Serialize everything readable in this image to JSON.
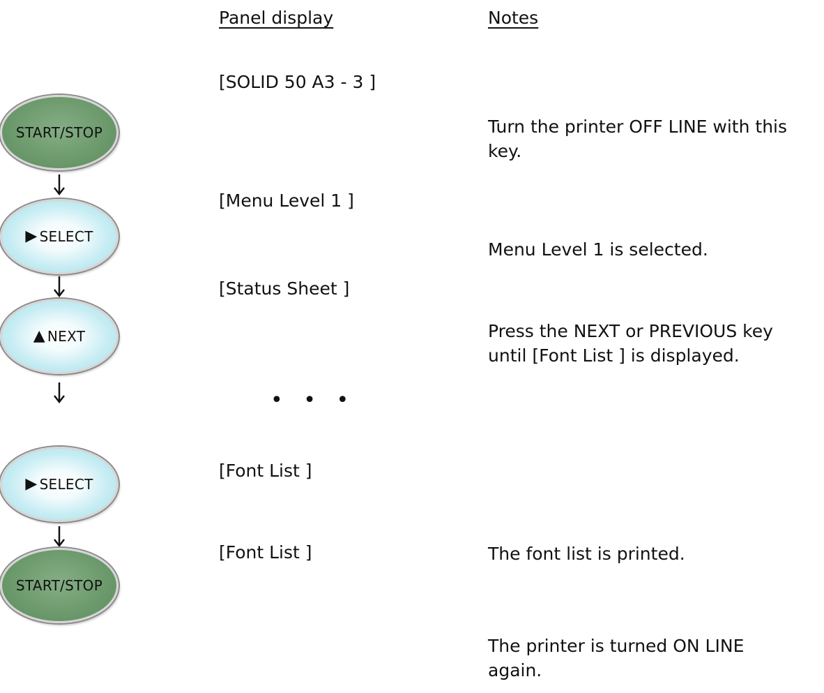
{
  "headers": {
    "panel": "Panel display",
    "notes": "Notes"
  },
  "panel_lines": [
    "[SOLID 50 A3 - 3  ]",
    "[Menu Level 1 ]",
    "[Status Sheet ]",
    "• • •",
    "[Font List ]",
    "[Font List ]"
  ],
  "notes": [
    "Turn the printer OFF LINE with this key.",
    "Menu Level 1 is selected.",
    "Press the NEXT or PREVIOUS key until [Font List ] is displayed.",
    "The font list is printed.",
    "The printer is turned ON LINE again."
  ],
  "keys": [
    {
      "label": "START/STOP",
      "icon": "none",
      "color": "green"
    },
    {
      "label": "SELECT",
      "icon": "triangle-right-icon",
      "glyph": "▶",
      "color": "light-blue"
    },
    {
      "label": "NEXT",
      "icon": "triangle-up-icon",
      "glyph": "▲",
      "color": "light-blue"
    },
    {
      "label": "SELECT",
      "icon": "triangle-right-icon",
      "glyph": "▶",
      "color": "light-blue"
    },
    {
      "label": "START/STOP",
      "icon": "none",
      "color": "green"
    }
  ],
  "colors": {
    "green_key": "#6d9b6d",
    "blue_key": "#a9dfe9"
  }
}
